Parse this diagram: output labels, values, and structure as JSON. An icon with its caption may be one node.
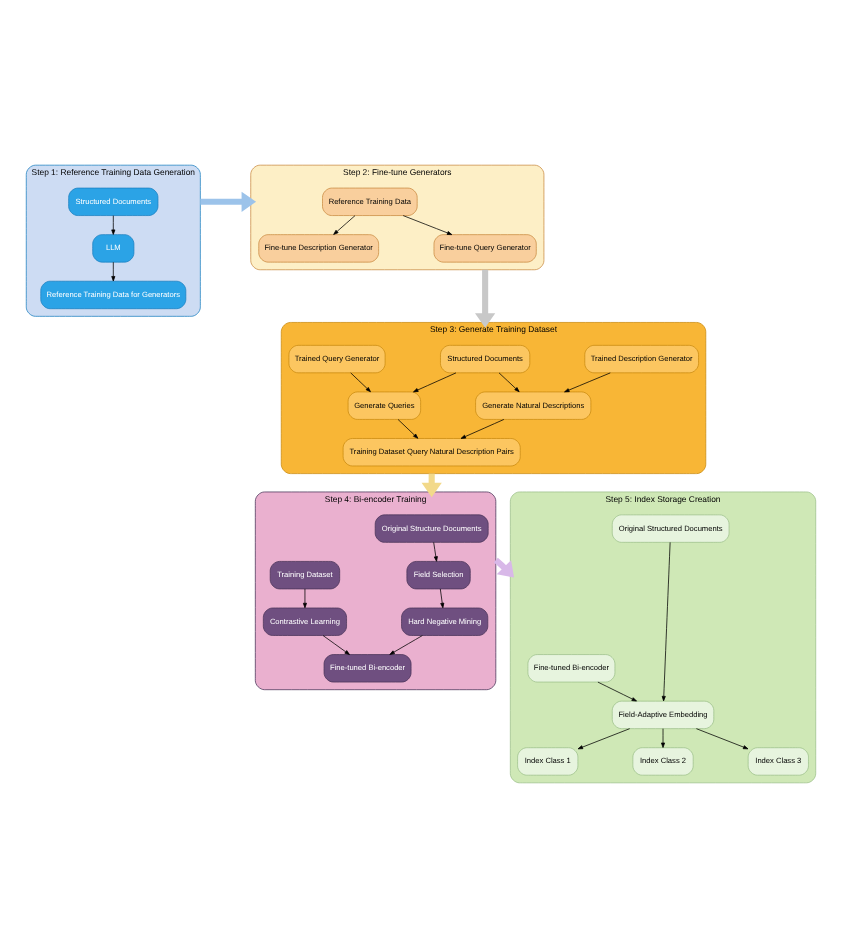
{
  "diagram": {
    "nodes": [
      {
        "text": [
          "Step 1: Reference Training Data Generation"
        ]
      },
      {
        "text": [
          "Structured Documents"
        ],
        "in": 0
      },
      {
        "text": [
          "LLM"
        ],
        "in": 0
      },
      {
        "text": [
          "Reference Training Data for Generators"
        ],
        "in": 0
      },
      {
        "text": [
          "Step 2: Fine-tune Generators"
        ]
      },
      {
        "text": [
          "Reference Training Data"
        ],
        "in": 4
      },
      {
        "text": [
          "Fine-tune Description Generator"
        ],
        "in": 4
      },
      {
        "text": [
          "Fine-tune Query Generator"
        ],
        "in": 4
      },
      {
        "text": [
          "Step 3: Generate Training Dataset"
        ]
      },
      {
        "text": [
          "Structured Documents"
        ],
        "in": 8
      },
      {
        "text": [
          "Trained Description Generator"
        ],
        "in": 8
      },
      {
        "text": [
          "Trained Query Generator"
        ],
        "in": 8
      },
      {
        "text": [
          "Generate Natural Descriptions"
        ],
        "in": 8
      },
      {
        "text": [
          "Generate Queries"
        ],
        "in": 8
      },
      {
        "text": [
          "Training Dataset Query Natural Description Pairs"
        ],
        "in": 8
      },
      {
        "text": [
          "Step 4: Bi-encoder Training"
        ]
      },
      {
        "text": [
          "Original Structure Documents"
        ],
        "in": 15
      },
      {
        "text": [
          "Training Dataset"
        ],
        "in": 15
      },
      {
        "text": [
          "Field Selection"
        ],
        "in": 15
      },
      {
        "text": [
          "Contrastive Learning"
        ],
        "in": 15
      },
      {
        "text": [
          "Hard Negative Mining"
        ],
        "in": 15
      },
      {
        "text": [
          "Fine-tuned Bi-encoder"
        ],
        "in": 15
      },
      {
        "text": [
          "Step 5: Index Storage Creation"
        ]
      },
      {
        "text": [
          "Fine-tuned Bi-encoder"
        ],
        "in": 22
      },
      {
        "text": [
          "Original Structured Documents"
        ],
        "in": 22
      },
      {
        "text": [
          "Field-Adaptive Embedding"
        ],
        "in": 22
      },
      {
        "text": [
          "Index Class 1"
        ],
        "in": 22
      },
      {
        "text": [
          "Index Class 2"
        ],
        "in": 22
      },
      {
        "text": [
          "Index Class 3"
        ],
        "in": 22
      }
    ],
    "edges": [
      {
        "from": 1,
        "to": 2,
        "arrow": "to"
      },
      {
        "from": 2,
        "to": 3,
        "arrow": "to"
      },
      {
        "from": 0,
        "to": 4,
        "arrow": "to",
        "style": "thick",
        "color": "#9cc3ea"
      },
      {
        "from": 5,
        "to": 6,
        "arrow": "to"
      },
      {
        "from": 5,
        "to": 7,
        "arrow": "to"
      },
      {
        "from": 4,
        "to": 8,
        "arrow": "to",
        "style": "thick",
        "color": "#c8c8c8"
      },
      {
        "from": 9,
        "to": 12,
        "arrow": "to"
      },
      {
        "from": 10,
        "to": 12,
        "arrow": "to"
      },
      {
        "from": 9,
        "to": 13,
        "arrow": "to"
      },
      {
        "from": 11,
        "to": 13,
        "arrow": "to"
      },
      {
        "from": 12,
        "to": 14,
        "arrow": "to"
      },
      {
        "from": 13,
        "to": 14,
        "arrow": "to"
      },
      {
        "from": 8,
        "to": 15,
        "arrow": "to",
        "style": "thick",
        "color": "#f2d98a"
      },
      {
        "from": 16,
        "to": 18,
        "arrow": "to"
      },
      {
        "from": 17,
        "to": 19,
        "arrow": "to"
      },
      {
        "from": 18,
        "to": 20,
        "arrow": "to"
      },
      {
        "from": 19,
        "to": 21,
        "arrow": "to"
      },
      {
        "from": 20,
        "to": 21,
        "arrow": "to"
      },
      {
        "from": 15,
        "to": 22,
        "arrow": "to",
        "style": "thick",
        "color": "#d8b8e8"
      },
      {
        "from": 23,
        "to": 25,
        "arrow": "to"
      },
      {
        "from": 24,
        "to": 25,
        "arrow": "to"
      },
      {
        "from": 25,
        "to": 26,
        "arrow": "to"
      },
      {
        "from": 25,
        "to": 27,
        "arrow": "to"
      },
      {
        "from": 25,
        "to": 28,
        "arrow": "to"
      }
    ]
  }
}
